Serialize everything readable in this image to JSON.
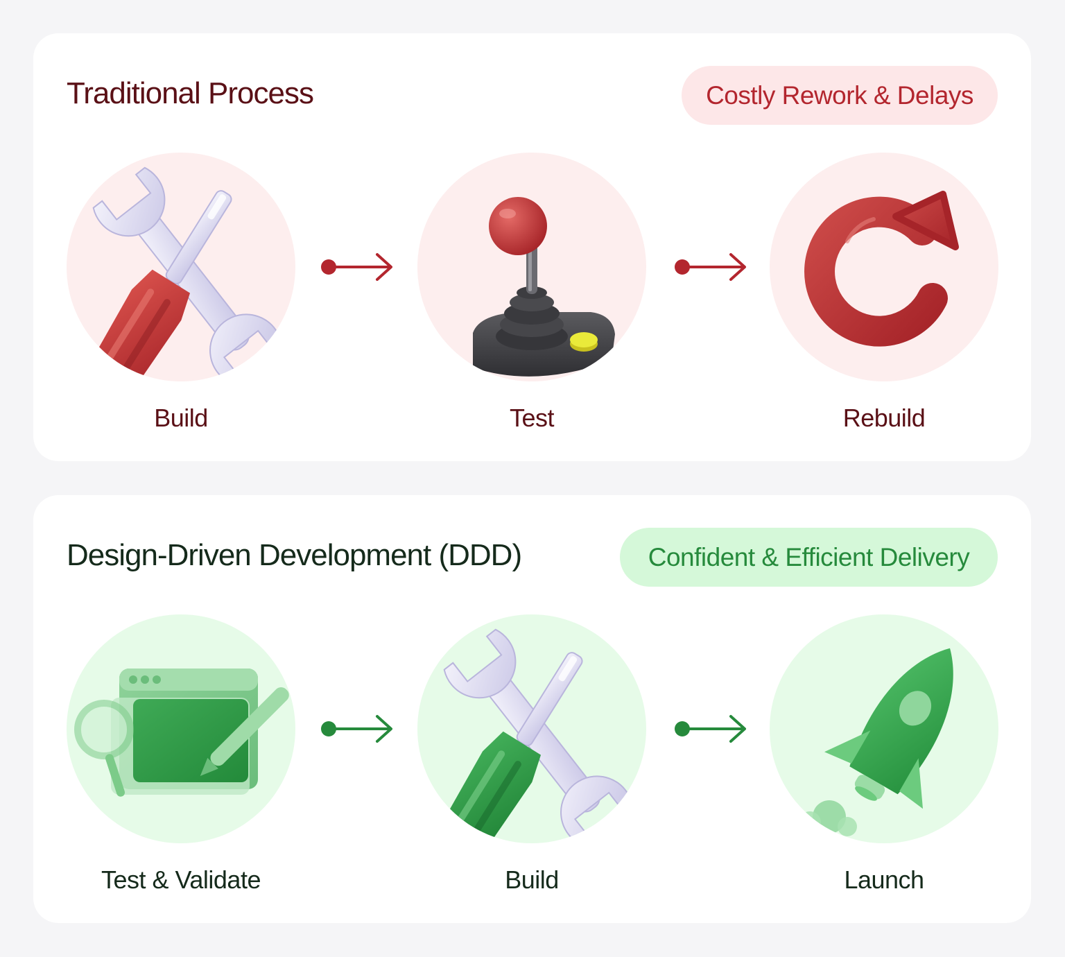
{
  "colors": {
    "traditional_accent": "#b3262e",
    "traditional_text": "#5a1016",
    "traditional_pill_bg": "#fde7e8",
    "ddd_accent": "#268a3c",
    "ddd_text": "#152a1b",
    "ddd_pill_bg": "#d5f8d9"
  },
  "traditional": {
    "title": "Traditional Process",
    "badge": "Costly Rework & Delays",
    "steps": [
      {
        "label": "Build",
        "icon": "wrench-screwdriver-icon"
      },
      {
        "label": "Test",
        "icon": "joystick-icon"
      },
      {
        "label": "Rebuild",
        "icon": "redo-arrow-icon"
      }
    ]
  },
  "ddd": {
    "title": "Design-Driven Development (DDD)",
    "badge": "Confident & Efficient Delivery",
    "steps": [
      {
        "label": "Test & Validate",
        "icon": "browser-magnifier-pencil-icon"
      },
      {
        "label": "Build",
        "icon": "wrench-screwdriver-icon"
      },
      {
        "label": "Launch",
        "icon": "rocket-icon"
      }
    ]
  }
}
